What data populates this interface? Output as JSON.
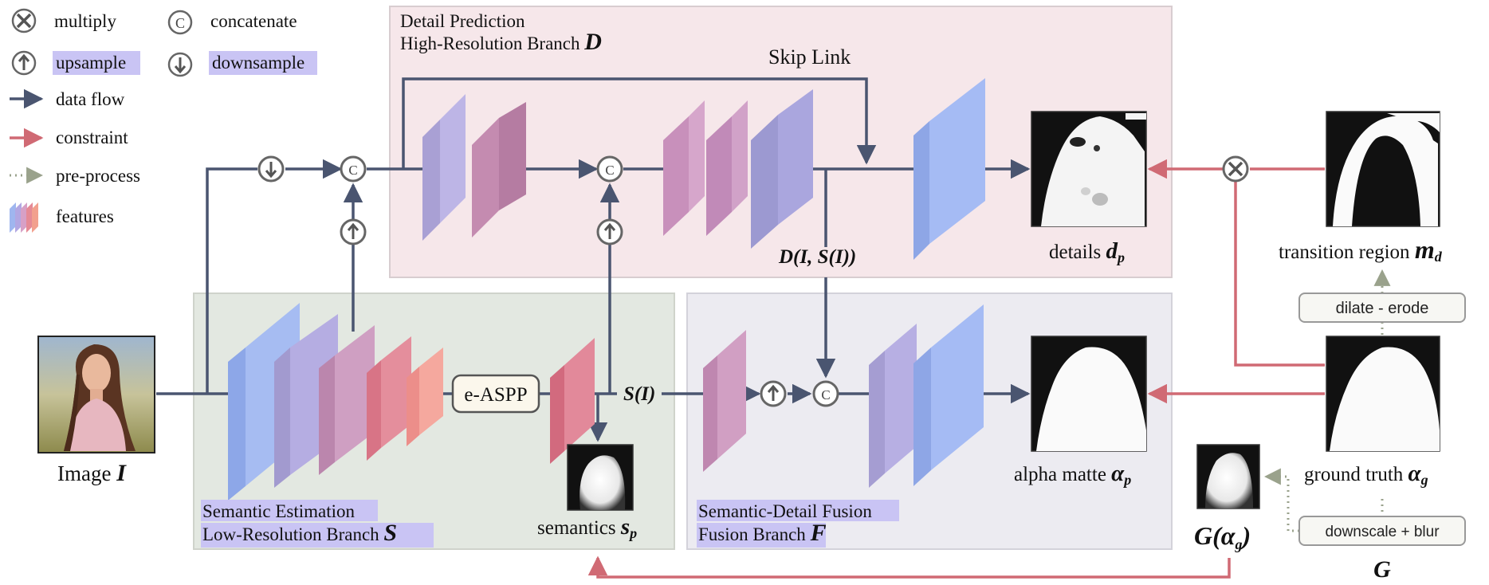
{
  "legend": {
    "multiply": "multiply",
    "concatenate": "concatenate",
    "upsample": "upsample",
    "downsample": "downsample",
    "data_flow": "data flow",
    "constraint": "constraint",
    "pre_process": "pre-process",
    "features": "features"
  },
  "detail_branch": {
    "title_line1": "Detail Prediction",
    "title_line2": "High-Resolution Branch",
    "symbol": "D",
    "skip_link": "Skip Link",
    "output_label": "D(I, S(I))"
  },
  "semantic_branch": {
    "title_line1": "Semantic Estimation",
    "title_line2": "Low-Resolution Branch",
    "symbol": "S",
    "module": "e-ASPP",
    "output_label": "S(I)"
  },
  "fusion_branch": {
    "title_line1": "Semantic-Detail Fusion",
    "title_line2": "Fusion Branch",
    "symbol": "F"
  },
  "input": {
    "label": "Image",
    "symbol": "I"
  },
  "outputs": {
    "details_label": "details",
    "details_symbol": "d",
    "details_sub": "p",
    "alpha_label": "alpha matte",
    "alpha_symbol": "α",
    "alpha_sub": "p",
    "semantics_label": "semantics",
    "semantics_symbol": "s",
    "semantics_sub": "p"
  },
  "right": {
    "transition_label": "transition region",
    "transition_symbol": "m",
    "transition_sub": "d",
    "dilate_erode": "dilate - erode",
    "gt_label": "ground truth",
    "gt_symbol": "α",
    "gt_sub": "g",
    "downscale_blur": "downscale + blur",
    "G_symbol": "G",
    "G_of_alpha": "G(α",
    "G_of_alpha_sub": "g",
    "G_of_alpha_close": ")"
  },
  "colors": {
    "detail_bg": "#f6e7ea",
    "semantic_bg": "#e3e8e1",
    "fusion_bg": "#ecebf1",
    "data_flow": "#4a5570",
    "constraint": "#d06a74",
    "pre_process": "#9aa28c",
    "highlight": "#c9c4f4"
  }
}
